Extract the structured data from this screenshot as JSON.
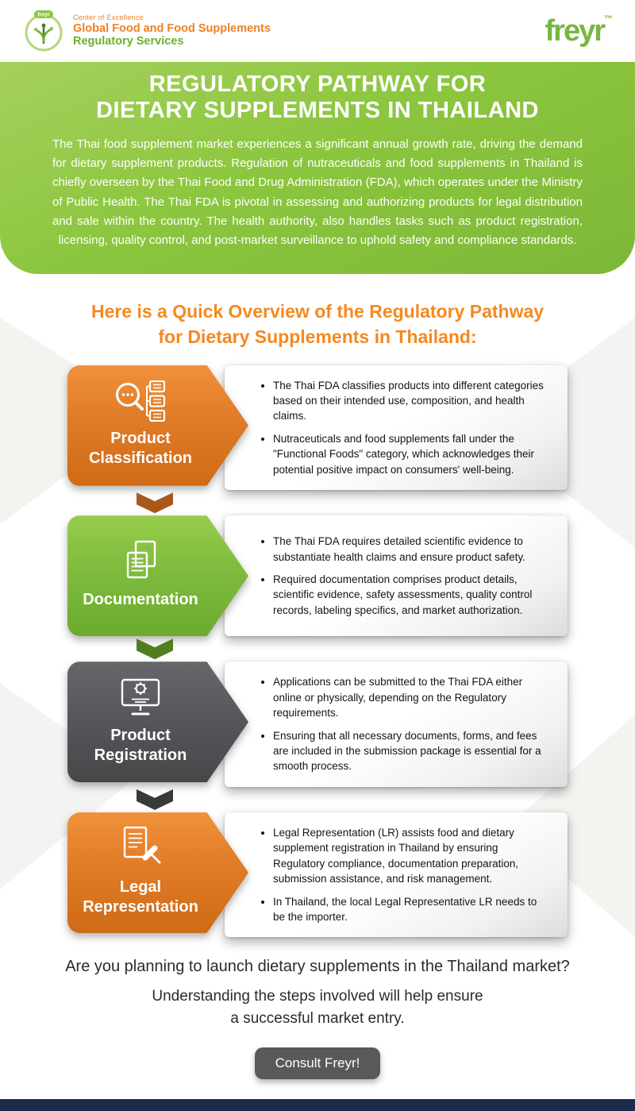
{
  "header": {
    "logo": {
      "badge": "freyr",
      "tagline": "Center of Excellence",
      "line1": "Global Food and Food Supplements",
      "line2": "Regulatory Services"
    },
    "brand": "freyr",
    "brand_tm": "™"
  },
  "hero": {
    "title_line1": "REGULATORY PATHWAY FOR",
    "title_line2": "DIETARY SUPPLEMENTS IN THAILAND",
    "paragraph": "The Thai food supplement market experiences a significant annual growth rate, driving the demand for dietary supplement products. Regulation of nutraceuticals and food supplements in Thailand is chiefly overseen by the Thai Food and Drug Administration (FDA), which operates under the Ministry of Public Health. The Thai FDA is pivotal in assessing and authorizing products for legal distribution and sale within the country. The health authority, also handles tasks such as product registration, licensing, quality control, and post-market surveillance to uphold safety and compliance standards."
  },
  "overview": {
    "heading_line1": "Here is a Quick Overview of the Regulatory Pathway",
    "heading_line2": "for Dietary Supplements in Thailand:"
  },
  "steps": [
    {
      "label": "Product Classification",
      "label_lines": [
        "Product",
        "Classification"
      ],
      "color": "#e07b27",
      "connector_color": "#a8581a",
      "icon": "magnifier-category-icon",
      "bullets": [
        "The Thai FDA classifies products into different categories based on their intended use, composition, and health claims.",
        "Nutraceuticals and food supplements fall under the \"Functional Foods\" category, which acknowledges their potential positive impact on consumers' well-being."
      ]
    },
    {
      "label": "Documentation",
      "label_lines": [
        "Documentation"
      ],
      "color": "#7cb93c",
      "connector_color": "#527e22",
      "icon": "documents-icon",
      "bullets": [
        "The Thai FDA requires detailed scientific evidence to substantiate health claims and ensure product safety.",
        "Required documentation comprises product details, scientific evidence, safety assessments, quality control records, labeling specifics, and market authorization."
      ]
    },
    {
      "label": "Product Registration",
      "label_lines": [
        "Product",
        "Registration"
      ],
      "color": "#55565a",
      "connector_color": "#38393b",
      "icon": "monitor-gear-icon",
      "bullets": [
        "Applications can be submitted to the Thai FDA either online or physically, depending on the Regulatory requirements.",
        "Ensuring that all necessary documents, forms, and fees are included in the submission package is essential for a smooth process."
      ]
    },
    {
      "label": "Legal Representation",
      "label_lines": [
        "Legal",
        "Representation"
      ],
      "color": "#e07b27",
      "connector_color": "#a8581a",
      "icon": "document-gavel-icon",
      "bullets": [
        "Legal Representation (LR) assists food and dietary supplement registration in Thailand by ensuring Regulatory compliance, documentation preparation, submission assistance, and risk management.",
        "In Thailand, the local Legal Representative LR needs to be the importer."
      ]
    }
  ],
  "cta": {
    "question": "Are you planning to launch dietary supplements in the Thailand market?",
    "line1": "Understanding the steps involved will help ensure",
    "line2": "a successful market entry.",
    "button_label": "Consult Freyr!"
  },
  "colors": {
    "hero_green": "#8cc63f",
    "accent_orange": "#f6881f",
    "footer_navy": "#1c2b4c",
    "button_gray": "#58595b"
  }
}
